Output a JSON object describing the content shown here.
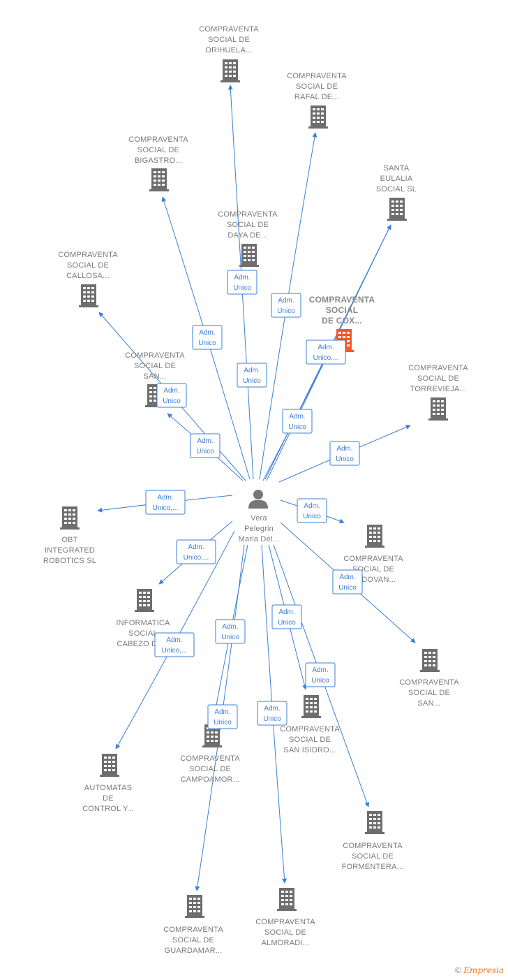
{
  "center": {
    "id": "person",
    "lines": [
      "Vera",
      "Pelegrin",
      "Maria Del..."
    ]
  },
  "colors": {
    "edge": "#3a7fd5",
    "building": "#6e6e6e",
    "highlight": "#f05a28",
    "person": "#777777"
  },
  "nodes": [
    {
      "id": "n_orihuela",
      "lines": [
        "COMPRAVENTA",
        "SOCIAL DE",
        "ORIHUELA..."
      ],
      "icon": "building-icon"
    },
    {
      "id": "n_rafal",
      "lines": [
        "COMPRAVENTA",
        "SOCIAL DE",
        "RAFAL DE..."
      ],
      "icon": "building-icon"
    },
    {
      "id": "n_bigastro",
      "lines": [
        "COMPRAVENTA",
        "SOCIAL DE",
        "BIGASTRO..."
      ],
      "icon": "building-icon"
    },
    {
      "id": "n_santa",
      "lines": [
        "SANTA",
        "EULALIA",
        "SOCIAL  SL"
      ],
      "icon": "building-icon"
    },
    {
      "id": "n_daya",
      "lines": [
        "COMPRAVENTA",
        "SOCIAL DE",
        "DAYA DE..."
      ],
      "icon": "building-icon"
    },
    {
      "id": "n_callosa",
      "lines": [
        "COMPRAVENTA",
        "SOCIAL DE",
        "CALLOSA..."
      ],
      "icon": "building-icon"
    },
    {
      "id": "n_cox",
      "lines": [
        "COMPRAVENTA",
        "SOCIAL",
        "DE COX..."
      ],
      "icon": "building-icon",
      "highlight": true
    },
    {
      "id": "n_sanmid",
      "lines": [
        "COMPRAVENTA",
        "SOCIAL DE",
        "SAN..."
      ],
      "icon": "building-icon"
    },
    {
      "id": "n_torrevieja",
      "lines": [
        "COMPRAVENTA",
        "SOCIAL DE",
        "TORREVIEJA..."
      ],
      "icon": "building-icon"
    },
    {
      "id": "n_obt",
      "lines": [
        "OBT",
        "INTEGRATED",
        "ROBOTICS  SL"
      ],
      "icon": "building-icon"
    },
    {
      "id": "n_redovan",
      "lines": [
        "COMPRAVENTA",
        "SOCIAL DE",
        "REDOVAN..."
      ],
      "icon": "building-icon"
    },
    {
      "id": "n_informatica",
      "lines": [
        "INFORMATICA",
        "SOCIAL",
        "CABEZO DE..."
      ],
      "icon": "building-icon"
    },
    {
      "id": "n_sanright",
      "lines": [
        "COMPRAVENTA",
        "SOCIAL DE",
        "SAN..."
      ],
      "icon": "building-icon"
    },
    {
      "id": "n_sanisidro",
      "lines": [
        "COMPRAVENTA",
        "SOCIAL DE",
        "SAN ISIDRO..."
      ],
      "icon": "building-icon"
    },
    {
      "id": "n_campoamor",
      "lines": [
        "COMPRAVENTA",
        "SOCIAL DE",
        "CAMPOAMOR..."
      ],
      "icon": "building-icon"
    },
    {
      "id": "n_automatas",
      "lines": [
        "AUTOMATAS",
        "DE",
        "CONTROL Y..."
      ],
      "icon": "building-icon"
    },
    {
      "id": "n_formentera",
      "lines": [
        "COMPRAVENTA",
        "SOCIAL DE",
        "FORMENTERA..."
      ],
      "icon": "building-icon"
    },
    {
      "id": "n_guardamar",
      "lines": [
        "COMPRAVENTA",
        "SOCIAL DE",
        "GUARDAMAR..."
      ],
      "icon": "building-icon"
    },
    {
      "id": "n_almoradi",
      "lines": [
        "COMPRAVENTA",
        "SOCIAL DE",
        "ALMORADI..."
      ],
      "icon": "building-icon"
    }
  ],
  "edges": [
    {
      "to": "n_orihuela",
      "label": [
        "Adm.",
        "Unico"
      ]
    },
    {
      "to": "n_rafal",
      "label": [
        "Adm.",
        "Unico"
      ]
    },
    {
      "to": "n_bigastro",
      "label": [
        "Adm.",
        "Unico"
      ]
    },
    {
      "to": "n_santa",
      "label": []
    },
    {
      "to": "n_daya",
      "label": [
        "Adm.",
        "Unico"
      ]
    },
    {
      "to": "n_callosa",
      "label": [
        "Adm.",
        "Unico"
      ]
    },
    {
      "to": "n_cox",
      "label": [
        "Adm.",
        "Unico,..."
      ]
    },
    {
      "to": "n_sanmid",
      "label": [
        "Adm.",
        "Unico"
      ]
    },
    {
      "to": "n_torrevieja",
      "label": [
        "Adm.",
        "Unico"
      ]
    },
    {
      "to": "n_obt",
      "label": [
        "Adm.",
        "Unico,..."
      ]
    },
    {
      "to": "n_redovan",
      "label": [
        "Adm.",
        "Unico"
      ]
    },
    {
      "to": "n_informatica",
      "label": [
        "Adm.",
        "Unico,..."
      ]
    },
    {
      "to": "n_sanright",
      "label": [
        "Adm.",
        "Unico"
      ]
    },
    {
      "to": "n_sanisidro",
      "label": [
        "Adm.",
        "Unico"
      ]
    },
    {
      "to": "n_campoamor",
      "label": [
        "Adm.",
        "Unico"
      ]
    },
    {
      "to": "n_automatas",
      "label": [
        "Adm.",
        "Unico,..."
      ]
    },
    {
      "to": "n_formentera",
      "label": [
        "Adm.",
        "Unico"
      ]
    },
    {
      "to": "n_guardamar",
      "label": [
        "Adm.",
        "Unico"
      ]
    },
    {
      "to": "n_almoradi",
      "label": [
        "Adm.",
        "Unico"
      ]
    },
    {
      "to": "n_santa_extra",
      "label": [
        "Adm.",
        "Unico"
      ]
    }
  ],
  "footer": {
    "copyright": "©",
    "brand": "Empresia"
  }
}
